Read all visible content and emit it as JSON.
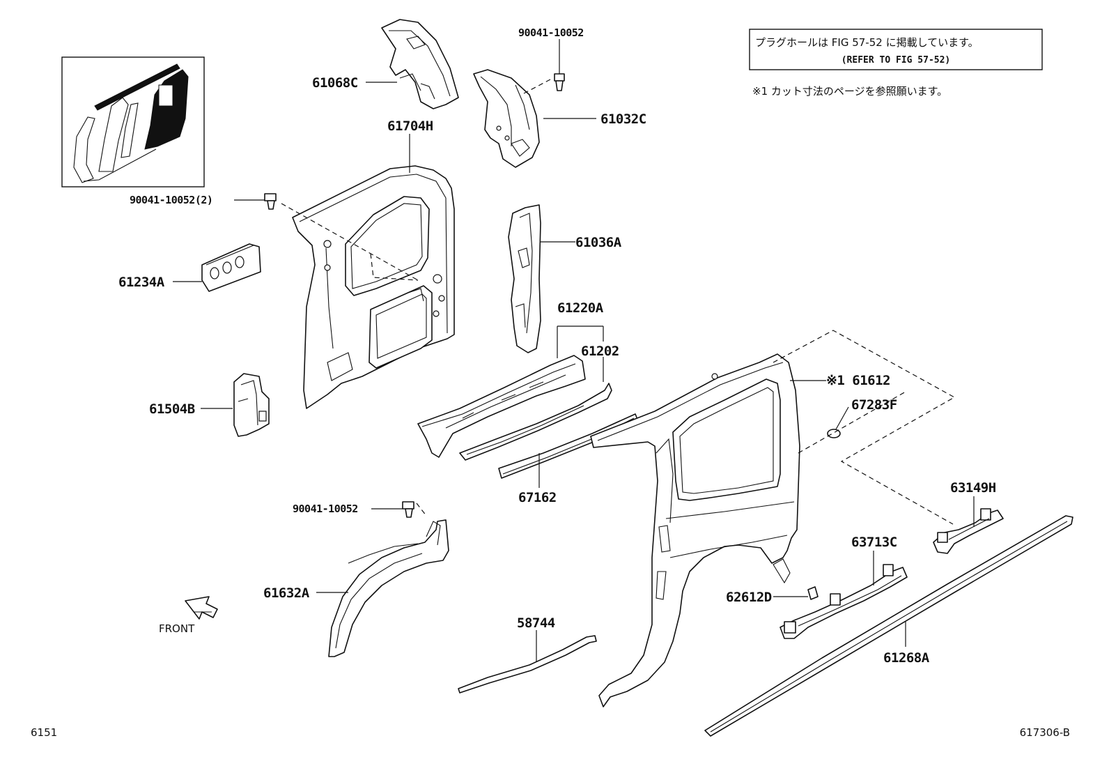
{
  "notes": {
    "plug_hole_jp": "プラグホールは FIG 57-52 に掲載しています。",
    "plug_hole_en": "(REFER TO FIG 57-52)",
    "cut_size_jp": "※1 カット寸法のページを参照願います。"
  },
  "corner": {
    "bottom_left": "6151",
    "bottom_right": "617306-B"
  },
  "front_label": "FRONT",
  "parts": {
    "p61068C": "61068C",
    "p90041_top": "90041-10052",
    "p61032C": "61032C",
    "p61704H": "61704H",
    "p90041_2": "90041-10052(2)",
    "p61036A": "61036A",
    "p61234A": "61234A",
    "p61220A": "61220A",
    "p61202": "61202",
    "p61612": "※1 61612",
    "p67283F": "67283F",
    "p61504B": "61504B",
    "p67162": "67162",
    "p63149H": "63149H",
    "p90041_mid": "90041-10052",
    "p63713C": "63713C",
    "p61632A": "61632A",
    "p62612D": "62612D",
    "p58744": "58744",
    "p61268A": "61268A"
  }
}
